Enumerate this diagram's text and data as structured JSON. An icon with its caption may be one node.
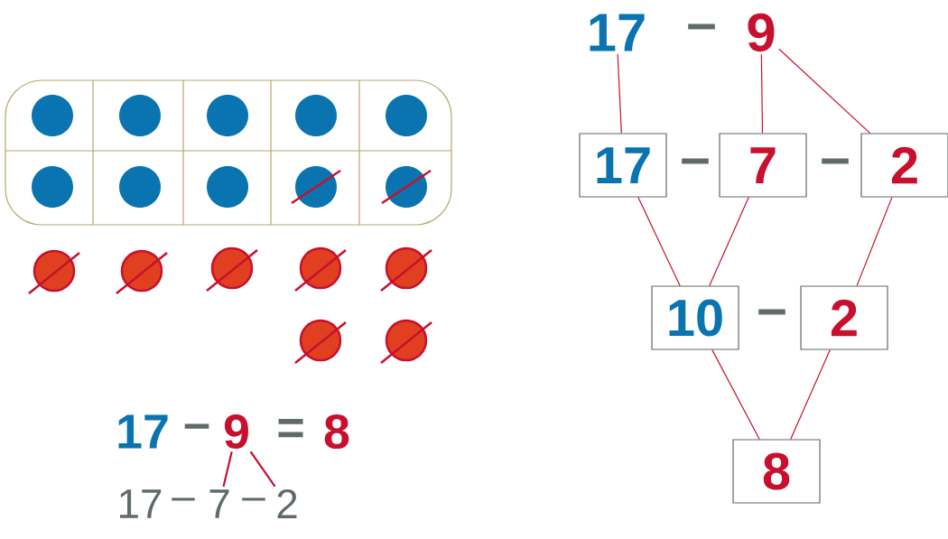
{
  "diagram": {
    "nodes": [
      {
        "text": [
          "17"
        ]
      },
      {
        "text": [
          "9"
        ]
      },
      {
        "text": [
          "17"
        ]
      },
      {
        "text": [
          "7"
        ]
      },
      {
        "text": [
          "2"
        ]
      },
      {
        "text": [
          "10"
        ]
      },
      {
        "text": [
          "2"
        ]
      },
      {
        "text": [
          "8"
        ]
      },
      {
        "text": [
          "9"
        ]
      },
      {
        "text": [
          "7"
        ]
      },
      {
        "text": [
          "2"
        ]
      }
    ],
    "edges": [
      {
        "from": 0,
        "to": 2,
        "arrow": "none"
      },
      {
        "from": 1,
        "to": 3,
        "arrow": "none"
      },
      {
        "from": 1,
        "to": 4,
        "arrow": "none"
      },
      {
        "from": 2,
        "to": 5,
        "arrow": "none"
      },
      {
        "from": 3,
        "to": 5,
        "arrow": "none"
      },
      {
        "from": 4,
        "to": 6,
        "arrow": "none"
      },
      {
        "from": 5,
        "to": 7,
        "arrow": "none"
      },
      {
        "from": 6,
        "to": 7,
        "arrow": "none"
      },
      {
        "from": 8,
        "to": 9,
        "arrow": "none"
      },
      {
        "from": 8,
        "to": 10,
        "arrow": "none"
      }
    ],
    "labels": [
      "–",
      "–",
      "–",
      "–",
      "17",
      "–",
      "=",
      "8",
      "17",
      "–",
      "–"
    ]
  }
}
